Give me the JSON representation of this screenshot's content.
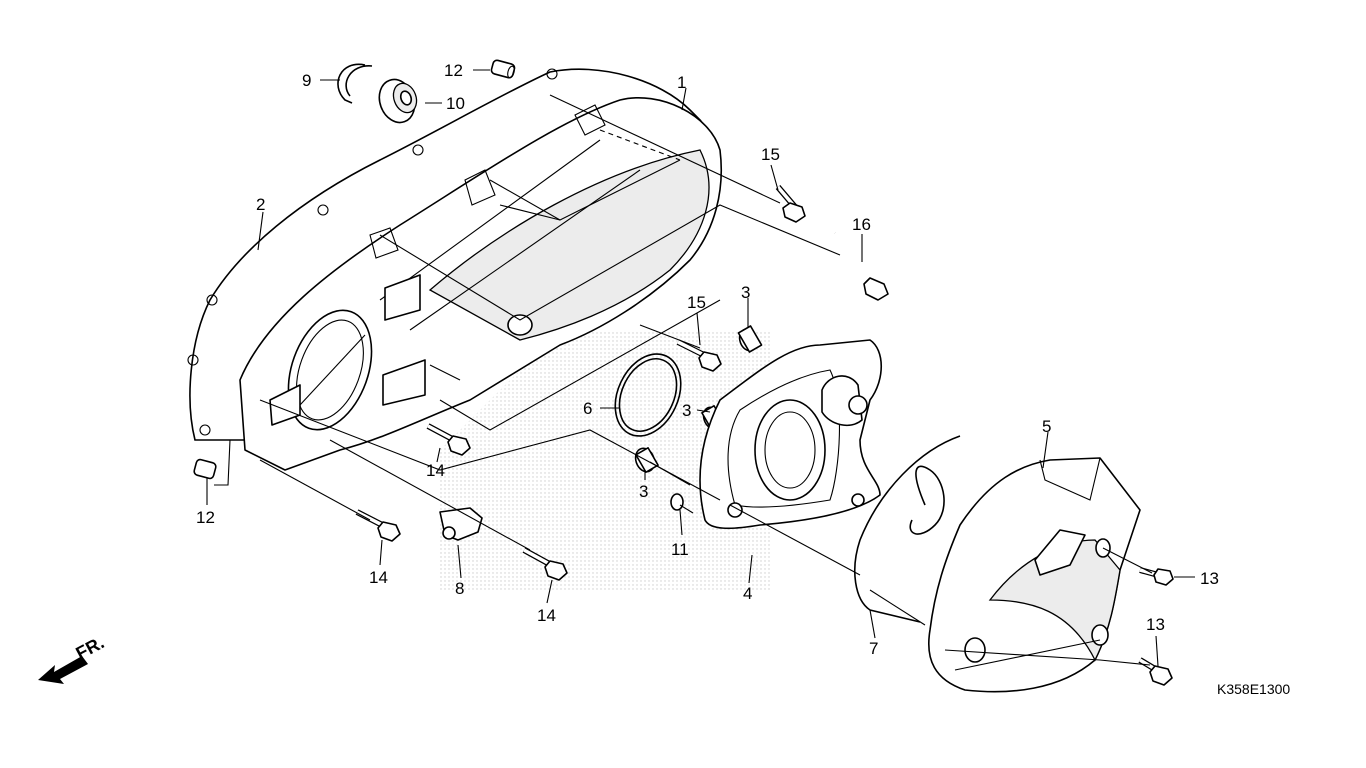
{
  "callouts": {
    "c1": "1",
    "c2": "2",
    "c3a": "3",
    "c3b": "3",
    "c3c": "3",
    "c4": "4",
    "c5": "5",
    "c6": "6",
    "c7": "7",
    "c8": "8",
    "c9": "9",
    "c10": "10",
    "c11": "11",
    "c12a": "12",
    "c12b": "12",
    "c13a": "13",
    "c13b": "13",
    "c14a": "14",
    "c14b": "14",
    "c14c": "14",
    "c15a": "15",
    "c15b": "15",
    "c16": "16"
  },
  "front_marker": "FR.",
  "diagram_code": "K358E1300"
}
